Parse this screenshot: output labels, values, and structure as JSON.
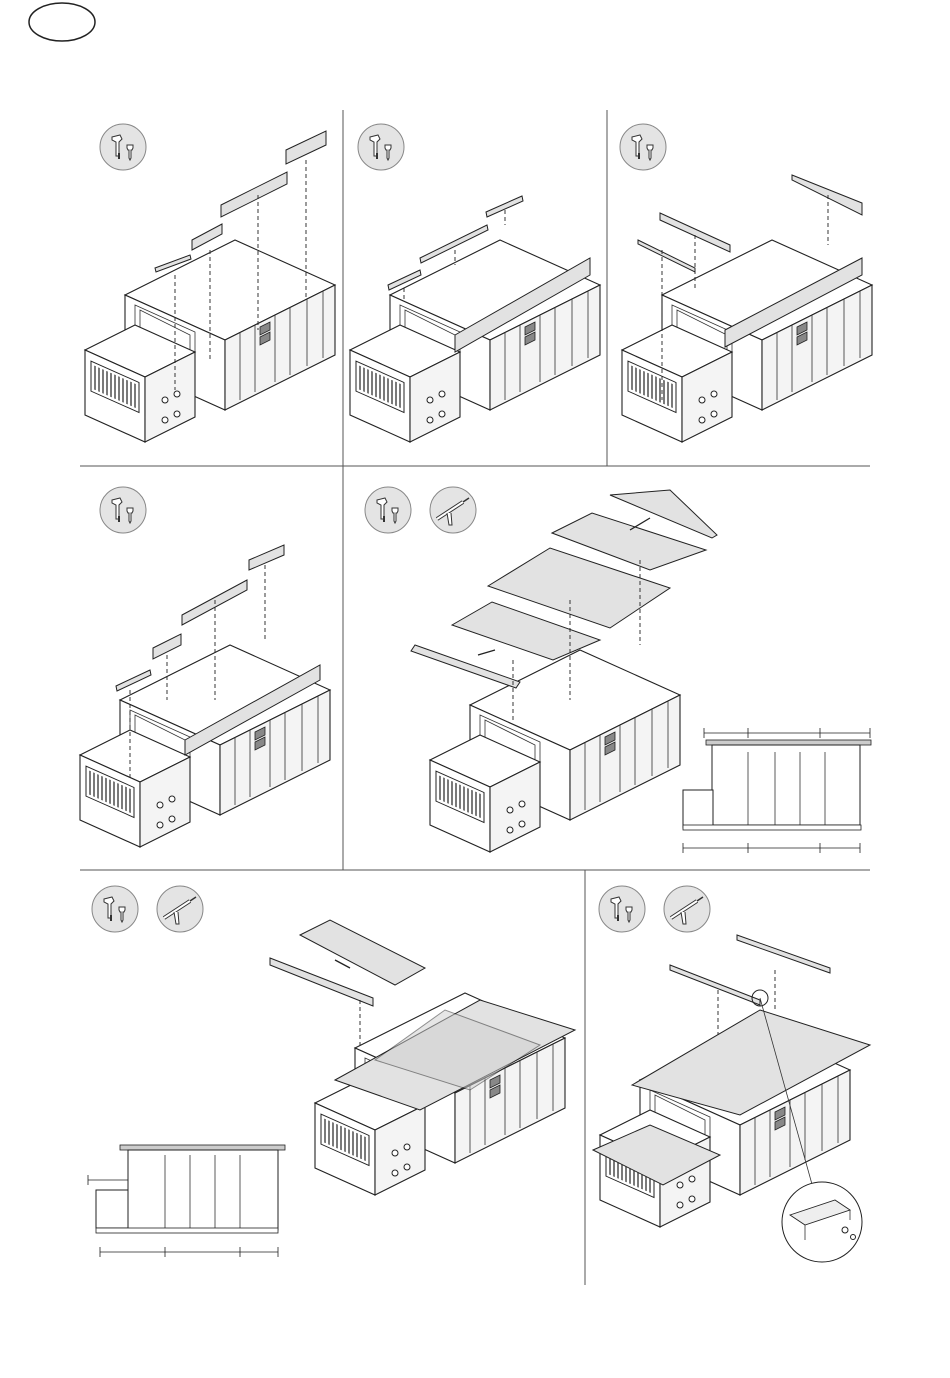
{
  "page": {
    "language_badge": "",
    "panel_count": 7
  },
  "panels": [
    {
      "id": "step-1",
      "tools": [
        "wrench-screw-icon"
      ]
    },
    {
      "id": "step-2",
      "tools": [
        "wrench-screw-icon"
      ]
    },
    {
      "id": "step-3",
      "tools": [
        "wrench-screw-icon"
      ]
    },
    {
      "id": "step-4",
      "tools": [
        "wrench-screw-icon"
      ]
    },
    {
      "id": "step-5",
      "tools": [
        "wrench-screw-icon",
        "sealant-gun-icon"
      ]
    },
    {
      "id": "step-6",
      "tools": [
        "wrench-screw-icon",
        "sealant-gun-icon"
      ]
    },
    {
      "id": "step-7",
      "tools": [
        "wrench-screw-icon",
        "sealant-gun-icon"
      ]
    }
  ],
  "colors": {
    "line": "#222222",
    "panel_fill": "#e2e2e2",
    "tool_circle": "#e4e4e4",
    "divider": "#555555"
  }
}
